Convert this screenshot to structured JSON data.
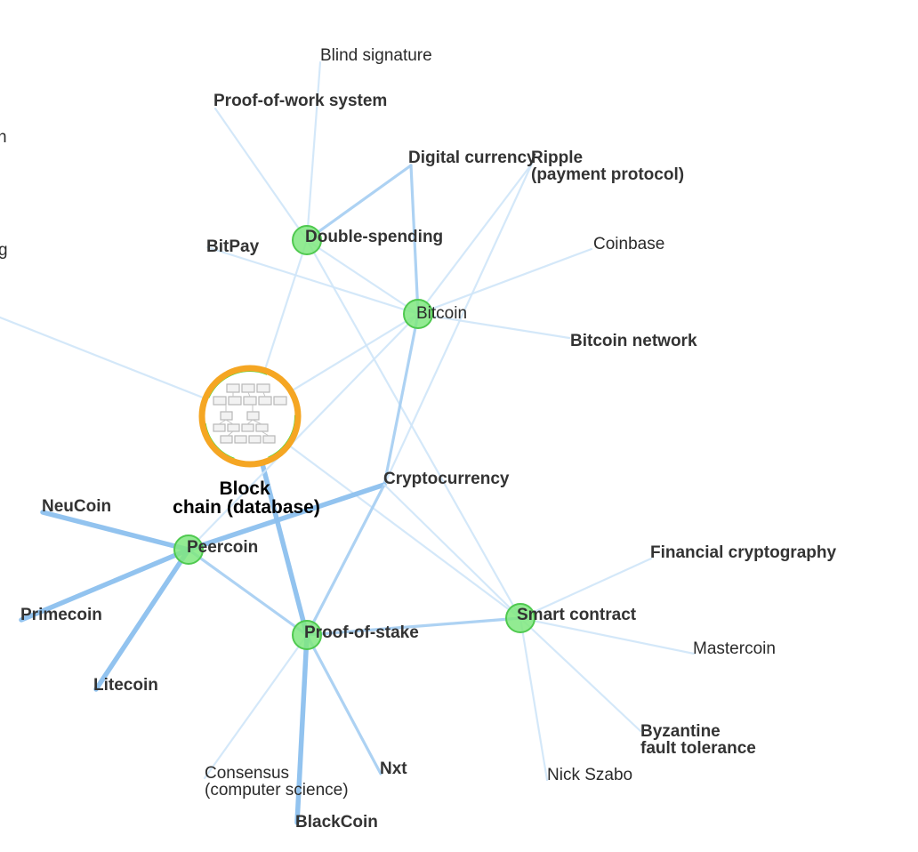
{
  "graph": {
    "center": {
      "id": "blockchain",
      "label_lines": [
        "Block",
        "chain (database)"
      ],
      "ring_color": "#f5a623",
      "inner_ring_color": "#33dd33"
    },
    "colors": {
      "edge_light": "#cfe6f8",
      "edge_mid": "#a9d0f2",
      "edge_strong": "#8cc0ee",
      "node_fill": "#7fe87f"
    },
    "nodes": [
      {
        "id": "blind_signature",
        "label_lines": [
          "Blind signature"
        ],
        "bold": false,
        "dot": false
      },
      {
        "id": "proof_of_work",
        "label_lines": [
          "Proof-of-work system"
        ],
        "bold": true,
        "dot": false
      },
      {
        "id": "digital_currency",
        "label_lines": [
          "Digital currency"
        ],
        "bold": true,
        "dot": false
      },
      {
        "id": "ripple",
        "label_lines": [
          "Ripple",
          "(payment protocol)"
        ],
        "bold": true,
        "dot": false
      },
      {
        "id": "double_spending",
        "label_lines": [
          "Double-spending"
        ],
        "bold": true,
        "dot": true
      },
      {
        "id": "bitpay",
        "label_lines": [
          "BitPay"
        ],
        "bold": true,
        "dot": false
      },
      {
        "id": "coinbase",
        "label_lines": [
          "Coinbase"
        ],
        "bold": false,
        "dot": false
      },
      {
        "id": "bitcoin",
        "label_lines": [
          "Bitcoin"
        ],
        "bold": false,
        "dot": true
      },
      {
        "id": "bitcoin_network",
        "label_lines": [
          "Bitcoin network"
        ],
        "bold": true,
        "dot": false
      },
      {
        "id": "cryptocurrency",
        "label_lines": [
          "Cryptocurrency"
        ],
        "bold": true,
        "dot": false
      },
      {
        "id": "neucoin",
        "label_lines": [
          "NeuCoin"
        ],
        "bold": true,
        "dot": false
      },
      {
        "id": "peercoin",
        "label_lines": [
          "Peercoin"
        ],
        "bold": true,
        "dot": true
      },
      {
        "id": "primecoin",
        "label_lines": [
          "Primecoin"
        ],
        "bold": true,
        "dot": false
      },
      {
        "id": "litecoin",
        "label_lines": [
          "Litecoin"
        ],
        "bold": true,
        "dot": false
      },
      {
        "id": "proof_of_stake",
        "label_lines": [
          "Proof-of-stake"
        ],
        "bold": true,
        "dot": true
      },
      {
        "id": "financial_crypto",
        "label_lines": [
          "Financial cryptography"
        ],
        "bold": true,
        "dot": false
      },
      {
        "id": "smart_contract",
        "label_lines": [
          "Smart contract"
        ],
        "bold": true,
        "dot": true
      },
      {
        "id": "mastercoin",
        "label_lines": [
          "Mastercoin"
        ],
        "bold": false,
        "dot": false
      },
      {
        "id": "byzantine",
        "label_lines": [
          "Byzantine",
          "fault tolerance"
        ],
        "bold": true,
        "dot": false
      },
      {
        "id": "nick_szabo",
        "label_lines": [
          "Nick Szabo"
        ],
        "bold": false,
        "dot": false
      },
      {
        "id": "consensus",
        "label_lines": [
          "Consensus",
          "(computer science)"
        ],
        "bold": false,
        "dot": false
      },
      {
        "id": "nxt",
        "label_lines": [
          "Nxt"
        ],
        "bold": true,
        "dot": false
      },
      {
        "id": "blackcoin",
        "label_lines": [
          "BlackCoin"
        ],
        "bold": true,
        "dot": false
      },
      {
        "id": "offscreen_1",
        "label_lines": [
          "n"
        ],
        "bold": false,
        "dot": false
      },
      {
        "id": "offscreen_2",
        "label_lines": [
          "g"
        ],
        "bold": false,
        "dot": false
      },
      {
        "id": "offscreen_3",
        "label_lines": [],
        "bold": false,
        "dot": false
      }
    ],
    "edges": [
      {
        "from": "blockchain",
        "to": "double_spending",
        "strength": "light"
      },
      {
        "from": "blockchain",
        "to": "bitcoin",
        "strength": "light"
      },
      {
        "from": "blockchain",
        "to": "proof_of_stake",
        "strength": "strong"
      },
      {
        "from": "blockchain",
        "to": "smart_contract",
        "strength": "light"
      },
      {
        "from": "blockchain",
        "to": "offscreen_3",
        "strength": "light"
      },
      {
        "from": "double_spending",
        "to": "proof_of_work",
        "strength": "light"
      },
      {
        "from": "double_spending",
        "to": "blind_signature",
        "strength": "light"
      },
      {
        "from": "double_spending",
        "to": "digital_currency",
        "strength": "mid"
      },
      {
        "from": "double_spending",
        "to": "bitcoin",
        "strength": "light"
      },
      {
        "from": "double_spending",
        "to": "smart_contract",
        "strength": "light"
      },
      {
        "from": "bitpay",
        "to": "bitcoin",
        "strength": "light"
      },
      {
        "from": "digital_currency",
        "to": "bitcoin",
        "strength": "mid"
      },
      {
        "from": "ripple",
        "to": "bitcoin",
        "strength": "light"
      },
      {
        "from": "coinbase",
        "to": "bitcoin",
        "strength": "light"
      },
      {
        "from": "bitcoin",
        "to": "bitcoin_network",
        "strength": "light"
      },
      {
        "from": "bitcoin",
        "to": "cryptocurrency",
        "strength": "mid"
      },
      {
        "from": "bitcoin",
        "to": "peercoin",
        "strength": "light"
      },
      {
        "from": "ripple",
        "to": "cryptocurrency",
        "strength": "light"
      },
      {
        "from": "cryptocurrency",
        "to": "peercoin",
        "strength": "strong"
      },
      {
        "from": "cryptocurrency",
        "to": "proof_of_stake",
        "strength": "mid"
      },
      {
        "from": "cryptocurrency",
        "to": "smart_contract",
        "strength": "light"
      },
      {
        "from": "peercoin",
        "to": "neucoin",
        "strength": "strong"
      },
      {
        "from": "peercoin",
        "to": "primecoin",
        "strength": "strong"
      },
      {
        "from": "peercoin",
        "to": "litecoin",
        "strength": "strong"
      },
      {
        "from": "peercoin",
        "to": "proof_of_stake",
        "strength": "mid"
      },
      {
        "from": "proof_of_stake",
        "to": "smart_contract",
        "strength": "mid"
      },
      {
        "from": "proof_of_stake",
        "to": "consensus",
        "strength": "light"
      },
      {
        "from": "proof_of_stake",
        "to": "nxt",
        "strength": "mid"
      },
      {
        "from": "proof_of_stake",
        "to": "blackcoin",
        "strength": "strong"
      },
      {
        "from": "smart_contract",
        "to": "financial_crypto",
        "strength": "light"
      },
      {
        "from": "smart_contract",
        "to": "mastercoin",
        "strength": "light"
      },
      {
        "from": "smart_contract",
        "to": "byzantine",
        "strength": "light"
      },
      {
        "from": "smart_contract",
        "to": "nick_szabo",
        "strength": "light"
      }
    ]
  }
}
